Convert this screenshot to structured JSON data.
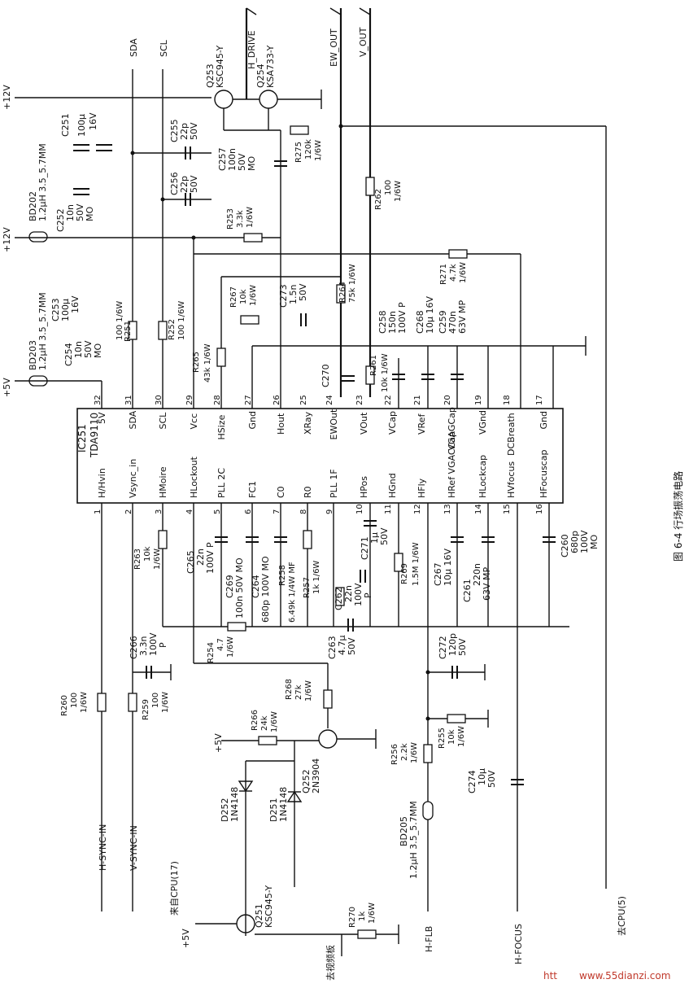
{
  "ic": {
    "ref": "IC251",
    "part": "TDA9110",
    "left_pins": [
      {
        "num": "1",
        "name": "H/Hvin"
      },
      {
        "num": "2",
        "name": "Vsync_in"
      },
      {
        "num": "3",
        "name": "HMoire"
      },
      {
        "num": "4",
        "name": "HLockout"
      },
      {
        "num": "5",
        "name": "PLL 2C"
      },
      {
        "num": "6",
        "name": "FC1"
      },
      {
        "num": "7",
        "name": "C0"
      },
      {
        "num": "8",
        "name": "R0"
      },
      {
        "num": "9",
        "name": "PLL 1F"
      },
      {
        "num": "10",
        "name": "HPos"
      },
      {
        "num": "11",
        "name": "HGnd"
      },
      {
        "num": "12",
        "name": "HFly"
      },
      {
        "num": "13",
        "name": "HRef VGACCap"
      },
      {
        "num": "14",
        "name": "HLockcap"
      },
      {
        "num": "15",
        "name": "HVfocus"
      },
      {
        "num": "16",
        "name": "HFocuscap"
      }
    ],
    "right_pins": [
      {
        "num": "32",
        "name": "5V"
      },
      {
        "num": "31",
        "name": "SDA"
      },
      {
        "num": "30",
        "name": "SCL"
      },
      {
        "num": "29",
        "name": "Vcc"
      },
      {
        "num": "28",
        "name": "HSize"
      },
      {
        "num": "27",
        "name": "Gnd"
      },
      {
        "num": "26",
        "name": "Hout"
      },
      {
        "num": "25",
        "name": "XRay"
      },
      {
        "num": "24",
        "name": "EWOut"
      },
      {
        "num": "23",
        "name": "VOut"
      },
      {
        "num": "22",
        "name": "VCap"
      },
      {
        "num": "21",
        "name": "VRef"
      },
      {
        "num": "20",
        "name": "VGAGCap"
      },
      {
        "num": "19",
        "name": "VGnd"
      },
      {
        "num": "18",
        "name": "DCBreath"
      },
      {
        "num": "17",
        "name": "Gnd"
      }
    ]
  },
  "rails": {
    "p12v_top": "+12V",
    "p12v_mid": "+12V",
    "p5v_ic": "+5V",
    "p5v_q252": "+5V",
    "p5v_q251": "+5V"
  },
  "signals": {
    "sda": "SDA",
    "scl": "SCL",
    "h_drive": "H_DRIVE",
    "ew_out": "EW_OUT",
    "v_out": "V_OUT",
    "h_sync_in": "H-SYNC-IN",
    "v_sync_in": "V-SYNC-IN",
    "h_flb": "H-FLB",
    "h_focus": "H-FOCUS",
    "to_cpu": "去CPU(5)",
    "from_cpu": "来自CPU(17)",
    "to_sweep_board": "去视频板"
  },
  "components": {
    "q253": [
      "Q253",
      "KSC945-Y"
    ],
    "q254": [
      "Q254",
      "KSA733-Y"
    ],
    "q252": [
      "Q252",
      "2N3904"
    ],
    "q251": [
      "Q251",
      "KSC945-Y"
    ],
    "bd202": [
      "BD202",
      "1.2μH 3.5_5.7MM"
    ],
    "bd203": [
      "BD203",
      "1.2μH 3.5_5.7MM"
    ],
    "bd205": [
      "BD205",
      "1.2μH 3.5_5.7MM"
    ],
    "c251": [
      "C251",
      "100μ",
      "16V"
    ],
    "c252": [
      "C252",
      "10n",
      "50V",
      "MO"
    ],
    "c253": [
      "C253",
      "100μ",
      "16V"
    ],
    "c254": [
      "C254",
      "10n",
      "50V",
      "MO"
    ],
    "c255": [
      "C255",
      "22p",
      "50V"
    ],
    "c256": [
      "C256",
      "22p",
      "50V"
    ],
    "c257": [
      "C257",
      "100n",
      "50V",
      "MO"
    ],
    "r275": [
      "R275",
      "120k",
      "1/6W"
    ],
    "r262": [
      "R262",
      "100",
      "1/6W"
    ],
    "r253": [
      "R253",
      "3.3k",
      "1/6W"
    ],
    "r251": [
      "R251",
      "100 1/6W"
    ],
    "r252": [
      "R252",
      "100 1/6W"
    ],
    "r265": [
      "R265",
      "43k 1/6W"
    ],
    "r267": [
      "R267",
      "10k",
      "1/6W"
    ],
    "c273": [
      "C273",
      "1.5n",
      "50V"
    ],
    "r264": [
      "R264",
      "75k 1/6W"
    ],
    "r271": [
      "R271",
      "4.7k",
      "1/6W"
    ],
    "c270": [
      "C270"
    ],
    "r261": [
      "R261",
      "10k 1/6W"
    ],
    "c258": [
      "C258",
      "150n",
      "100V P"
    ],
    "c268": [
      "C268",
      "10μ 16V"
    ],
    "c259": [
      "C259",
      "470n",
      "63V MP"
    ],
    "r263": [
      "R263",
      "10k",
      "1/6W"
    ],
    "c265": [
      "C265",
      "22n",
      "100V P"
    ],
    "c269": [
      "C269",
      "100n 50V MO"
    ],
    "c264": [
      "C264",
      "680p 100V MO"
    ],
    "r258": [
      "R258",
      "6.49k 1/4W MF"
    ],
    "r257": [
      "R257",
      "1k 1/6W"
    ],
    "c262": [
      "C262",
      "22n",
      "100V",
      "P"
    ],
    "c271": [
      "C271",
      "1μ",
      "50V"
    ],
    "r269": [
      "R269",
      "1.5M 1/6W"
    ],
    "c267": [
      "C267",
      "10μ 16V"
    ],
    "c261": [
      "C261",
      "220n",
      "63V MP"
    ],
    "c260": [
      "C260",
      "680p",
      "100V",
      "MO"
    ],
    "r254": [
      "R254",
      "4.7",
      "1/6W"
    ],
    "c266": [
      "C266",
      "3.3n",
      "100V",
      "P"
    ],
    "c263": [
      "C263",
      "4.7μ",
      "50V"
    ],
    "c272": [
      "C272",
      "120p",
      "50V"
    ],
    "r260": [
      "R260",
      "100",
      "1/6W"
    ],
    "r259": [
      "R259",
      "100",
      "1/6W"
    ],
    "r268": [
      "R268",
      "27k",
      "1/6W"
    ],
    "r266": [
      "R266",
      "24k",
      "1/6W"
    ],
    "r256": [
      "R256",
      "2.2k",
      "1/6W"
    ],
    "r255": [
      "R255",
      "10k",
      "1/6W"
    ],
    "c274": [
      "C274",
      "10μ",
      "50V"
    ],
    "d252": [
      "D252",
      "1N4148"
    ],
    "d251": [
      "D251",
      "1N4148"
    ],
    "r270": [
      "R270",
      "1k",
      "1/6W"
    ]
  },
  "caption": "图 6-4   行场振荡电路",
  "watermark": "www.55dianzi.com",
  "watermark_prefix": "htt"
}
